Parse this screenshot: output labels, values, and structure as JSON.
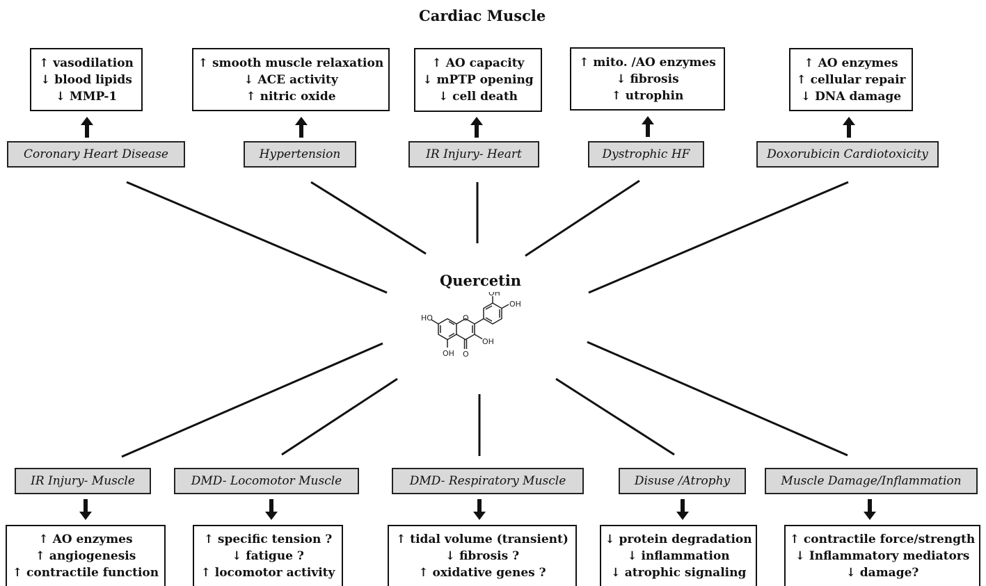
{
  "title": "Cardiac Muscle",
  "center_label": "Quercetin",
  "molecule": {
    "name": "quercetin-structure",
    "labels": {
      "oh_3p": "OH",
      "oh_4p": "OH",
      "oh_7": "HO",
      "oh_3": "OH",
      "oh_5": "OH",
      "carbonyl": "O",
      "ring_o": "O"
    }
  },
  "cardiac": [
    {
      "label": "Coronary Heart Disease",
      "effects": [
        "↑ vasodilation",
        "↓ blood lipids",
        "↓ MMP-1"
      ]
    },
    {
      "label": "Hypertension",
      "effects": [
        "↑ smooth muscle relaxation",
        "↓ ACE activity",
        "↑ nitric oxide"
      ]
    },
    {
      "label": "IR Injury- Heart",
      "effects": [
        "↑ AO capacity",
        "↓ mPTP opening",
        "↓ cell death"
      ]
    },
    {
      "label": "Dystrophic HF",
      "effects": [
        "↑ mito. /AO enzymes",
        "↓ fibrosis",
        "↑ utrophin"
      ]
    },
    {
      "label": "Doxorubicin Cardiotoxicity",
      "effects": [
        "↑ AO enzymes",
        "↑ cellular repair",
        "↓ DNA damage"
      ]
    }
  ],
  "skeletal": [
    {
      "label": "IR Injury- Muscle",
      "effects": [
        "↑ AO enzymes",
        "↑ angiogenesis",
        "↑ contractile function"
      ]
    },
    {
      "label": "DMD- Locomotor Muscle",
      "effects": [
        "↑ specific tension ?",
        "↓ fatigue ?",
        "↑ locomotor activity"
      ]
    },
    {
      "label": "DMD- Respiratory Muscle",
      "effects": [
        "↑ tidal volume (transient)",
        "↓ fibrosis ?",
        "↑ oxidative genes ?"
      ]
    },
    {
      "label": "Disuse /Atrophy",
      "effects": [
        "↓ protein degradation",
        "↓ inflammation",
        "↓ atrophic signaling"
      ]
    },
    {
      "label": "Muscle Damage/Inflammation",
      "effects": [
        "↑ contractile force/strength",
        "↓ Inflammatory mediators",
        "↓ damage?"
      ]
    }
  ]
}
